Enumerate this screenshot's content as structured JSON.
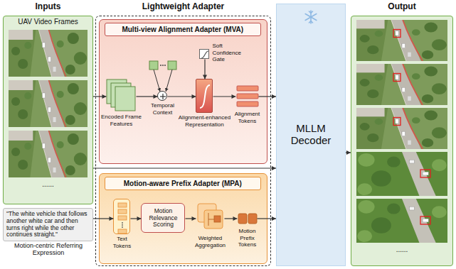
{
  "diagram": {
    "nodes": [
      {
        "text": [
          "Inputs",
          "UAV Video Frames",
          "......"
        ]
      },
      {
        "text": [
          "\"The white vehicle that follows another white car and then turns right while the other continues straight.\"",
          "Motion-centric Referring Expression"
        ]
      },
      {
        "text": [
          "Lightweight Adapter"
        ]
      },
      {
        "text": [
          "Multi-view Alignment Adapter (MVA)"
        ],
        "in": 2
      },
      {
        "text": [
          "Encoded Frame Features"
        ],
        "in": 3
      },
      {
        "text": [
          "Temporal Context"
        ],
        "in": 3
      },
      {
        "text": [
          "Alignment-enhanced Representation"
        ],
        "in": 3
      },
      {
        "text": [
          "Soft Confidence Gate"
        ],
        "in": 3
      },
      {
        "text": [
          "Alignment Tokens"
        ],
        "in": 3
      },
      {
        "text": [
          "Motion-aware Prefix Adapter (MPA)"
        ],
        "in": 2
      },
      {
        "text": [
          "Text Tokens"
        ],
        "in": 9
      },
      {
        "text": [
          "Motion Relevance Scoring"
        ],
        "in": 9
      },
      {
        "text": [
          "Weighted Aggregation"
        ],
        "in": 9
      },
      {
        "text": [
          "Motion Prefix Tokens"
        ],
        "in": 9
      },
      {
        "text": [
          "MLLM Decoder"
        ]
      },
      {
        "text": [
          "Output",
          "......"
        ]
      }
    ],
    "edges": [
      {
        "from": 0,
        "to": 4,
        "arrow": "to"
      },
      {
        "from": 4,
        "to": 5,
        "arrow": "to"
      },
      {
        "from": 5,
        "to": 6,
        "arrow": "to"
      },
      {
        "from": 7,
        "to": 6,
        "arrow": "to"
      },
      {
        "from": 6,
        "to": 8,
        "arrow": "to"
      },
      {
        "from": 8,
        "to": 14,
        "arrow": "to"
      },
      {
        "from": 0,
        "to": 14,
        "arrow": "to"
      },
      {
        "from": 1,
        "to": 10,
        "arrow": "to"
      },
      {
        "from": 10,
        "to": 11,
        "arrow": "to"
      },
      {
        "from": 11,
        "to": 12,
        "arrow": "to"
      },
      {
        "from": 12,
        "to": 13,
        "arrow": "to"
      },
      {
        "from": 13,
        "to": 14,
        "arrow": "to"
      },
      {
        "from": 14,
        "to": 15,
        "arrow": "to"
      }
    ]
  }
}
